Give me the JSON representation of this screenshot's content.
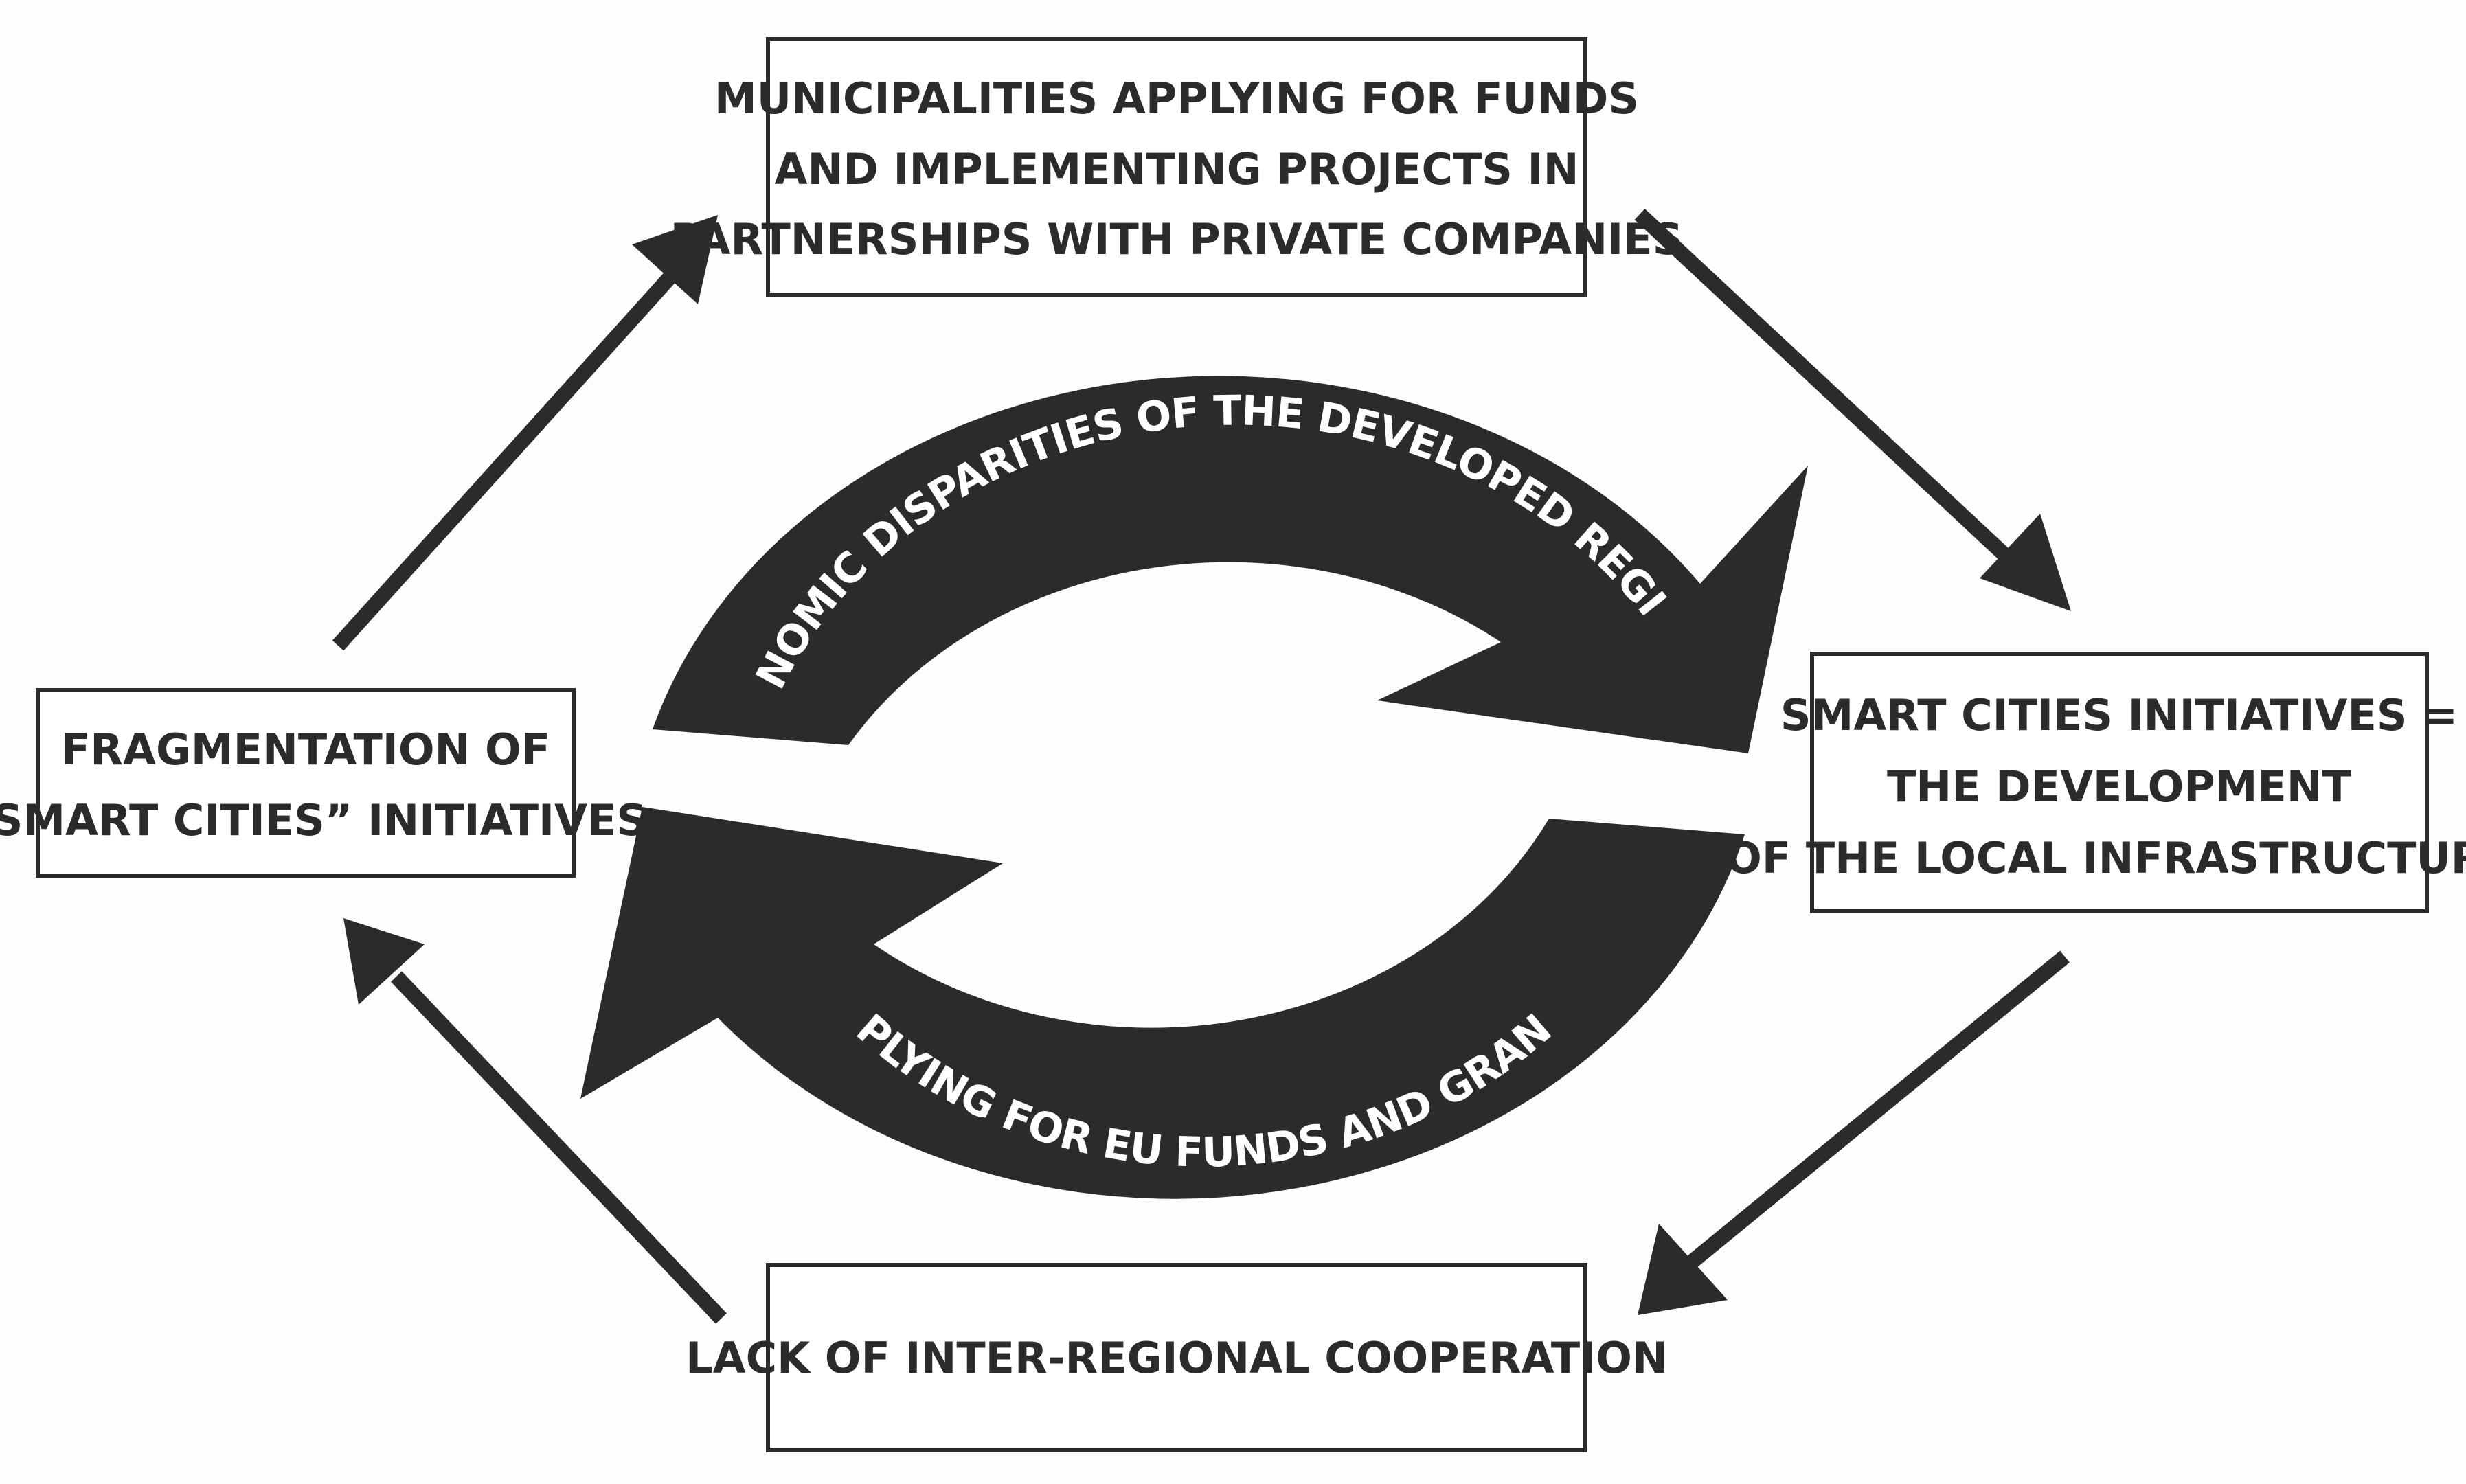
{
  "diagram": {
    "boxes": {
      "top": {
        "lines": [
          "MUNICIPALITIES APPLYING FOR FUNDS",
          "AND IMPLEMENTING PROJECTS IN",
          "PARTNERSHIPS WITH PRIVATE COMPANIES"
        ]
      },
      "right": {
        "lines": [
          "SMART CITIES INITIATIVES =",
          "THE DEVELOPMENT",
          "OF THE LOCAL INFRASTRUCTURE"
        ]
      },
      "bottom": {
        "lines": [
          "LACK OF INTER-REGIONAL COOPERATION"
        ]
      },
      "left": {
        "lines": [
          "FRAGMENTATION OF",
          "“SMART CITIES” INITIATIVES"
        ]
      }
    },
    "cycle": {
      "upper_label": "ECONOMIC DISPARITIES OF THE DEVELOPED REGIONS",
      "lower_label": "APPLYING FOR EU FUNDS AND GRANTS"
    },
    "colors": {
      "ink": "#2b2b2b",
      "background": "#fdfdfd"
    }
  }
}
